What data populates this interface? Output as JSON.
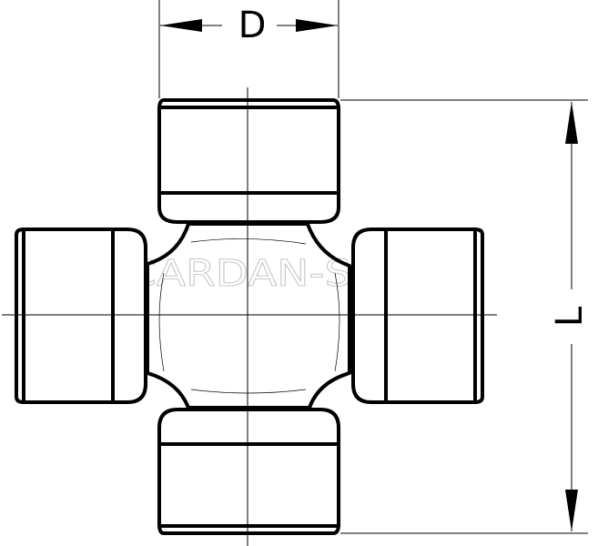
{
  "dimensions": {
    "width_label": "D",
    "length_label": "L"
  },
  "watermark": "CARDAN-SPB.RU",
  "colors": {
    "line": "#000000",
    "background": "#ffffff",
    "watermark": "#c8c8c8"
  }
}
